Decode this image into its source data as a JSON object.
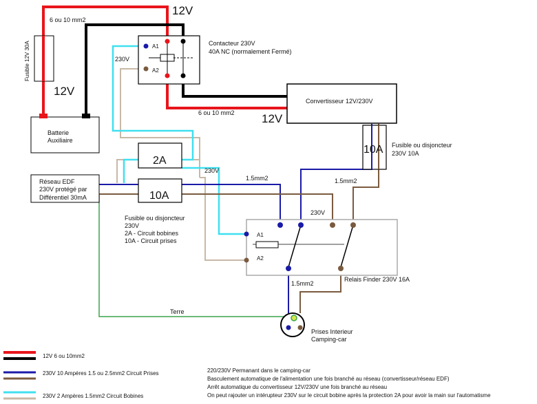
{
  "wires": {
    "bat_12v": "12V",
    "top_12v": "12V",
    "bottom_12v": "12V",
    "section_top": "6 ou 10 mm2",
    "section_mid": "6 ou 10 mm2",
    "mm15_a": "1.5mm2",
    "mm15_b": "1.5mm2",
    "mm15_c": "1.5mm2",
    "v230_left": "230V",
    "v230_mid": "230V",
    "v230_right": "230V",
    "earth": "Terre"
  },
  "fuse_12v": "Fusible 12V 30A",
  "battery": {
    "l1": "Batterie",
    "l2": "Auxiliaire"
  },
  "contactor": {
    "a1": "A1",
    "a2": "A2",
    "l1": "Contacteur 230V",
    "l2": "40A NC (normalement Fermé)"
  },
  "converter": {
    "label": "Convertisseur 12V/230V"
  },
  "fuse_10a_top": {
    "value": "10A",
    "l1": "Fusible ou disjoncteur",
    "l2": "230V  10A"
  },
  "fuses": {
    "f2": "2A",
    "f10": "10A"
  },
  "edf": {
    "l1": "Réseau EDF",
    "l2": "230V  protégé par",
    "l3": "Différentiel 30mA"
  },
  "fuse_notes": {
    "l1": "Fusible ou disjoncteur",
    "l2": "230V",
    "l3": "2A - Circuit bobines",
    "l4": "10A - Circuit prises"
  },
  "relay": {
    "a1": "A1",
    "a2": "A2",
    "label": "Relais Finder 230V 16A"
  },
  "socket": {
    "l1": "Prises Interieur",
    "l2": "Camping-car"
  },
  "legend": {
    "l1": "12V 6 ou 10mm2",
    "l2": "230V  10 Ampères 1.5 ou 2.5mm2 Circuit Prises",
    "l3": "230V  2 Ampères 1.5mm2 Circuit Bobines"
  },
  "notes": {
    "n1": "220/230V Permanant dans le camping-car",
    "n2": "Basculement automatique de l'alimentation une fois branché au réseau (convertisseur/réseau EDF)",
    "n3": "Arrêt automatique du convertisseur 12V/230V une fois branché au réseau",
    "n4": "On peut rajouter un intérupteur 230V sur le circuit bobine après la protection 2A pour avoir la main sur l'automatisme"
  },
  "colors": {
    "red": "#e8151b",
    "black": "#000000",
    "blue": "#1a1aa8",
    "brown": "#7a5a3e",
    "cyan": "#3fe0f0",
    "tan": "#c8b8a6",
    "green": "#3aa34a",
    "grey": "#a9a9a9"
  }
}
